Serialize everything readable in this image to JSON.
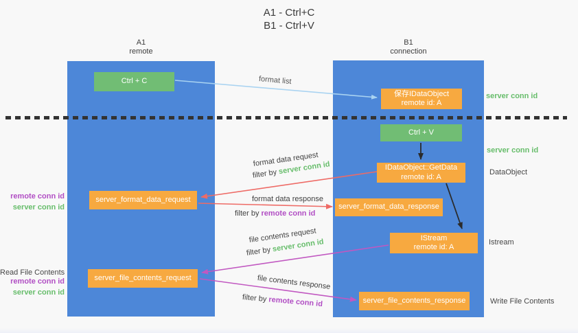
{
  "title": {
    "line1": "A1 - Ctrl+C",
    "line2": "B1 - Ctrl+V"
  },
  "columns": {
    "a": {
      "name": "A1",
      "role": "remote"
    },
    "b": {
      "name": "B1",
      "role": "connection"
    }
  },
  "nodes": {
    "ctrl_c": {
      "label": "Ctrl + C"
    },
    "save_idataobject": {
      "line1": "保存IDataObject",
      "line2": "remote id: A"
    },
    "ctrl_v": {
      "label": "Ctrl + V"
    },
    "getdata": {
      "line1": "IDataObject::GetData",
      "line2": "remote id: A"
    },
    "format_request": {
      "label": "server_format_data_request"
    },
    "format_response": {
      "label": "server_format_data_response"
    },
    "istream": {
      "line1": "IStream",
      "line2": "remote id: A"
    },
    "file_request": {
      "label": "server_file_contents_request"
    },
    "file_response": {
      "label": "server_file_contents_response"
    }
  },
  "side_labels": {
    "server_conn_id_top": "server conn id",
    "server_conn_id_mid": "server conn id",
    "dataobject": "DataObject",
    "istream": "Istream",
    "write_file_contents": "Write File Contents",
    "read_file_contents": "Read File Contents",
    "pair1": {
      "remote": "remote conn id",
      "server": "server conn id"
    },
    "pair2": {
      "remote": "remote conn id",
      "server": "server conn id"
    }
  },
  "edge_labels": {
    "format_list": "format list",
    "format_data_request": "format data request",
    "filter_by_1": {
      "prefix": "filter by ",
      "value": "server conn id"
    },
    "format_data_response": "format data response",
    "filter_by_2": {
      "prefix": "filter by ",
      "value": "remote conn id"
    },
    "file_contents_request": "file contents request",
    "filter_by_3": {
      "prefix": "filter by ",
      "value": "server conn id"
    },
    "file_contents_response": "file contents response",
    "filter_by_4": {
      "prefix": "filter by ",
      "value": "remote conn id"
    }
  },
  "colors": {
    "panel_blue": "#4d87d8",
    "node_green": "#71bd74",
    "node_orange": "#f7a940",
    "text_green": "#67bd6b",
    "text_purple": "#b14ec4",
    "arrow_red": "#ee6b66",
    "arrow_magenta": "#c158c1",
    "arrow_blue": "#a9d3f1",
    "arrow_black": "#2b2b2b",
    "background": "#f8f8f8"
  }
}
